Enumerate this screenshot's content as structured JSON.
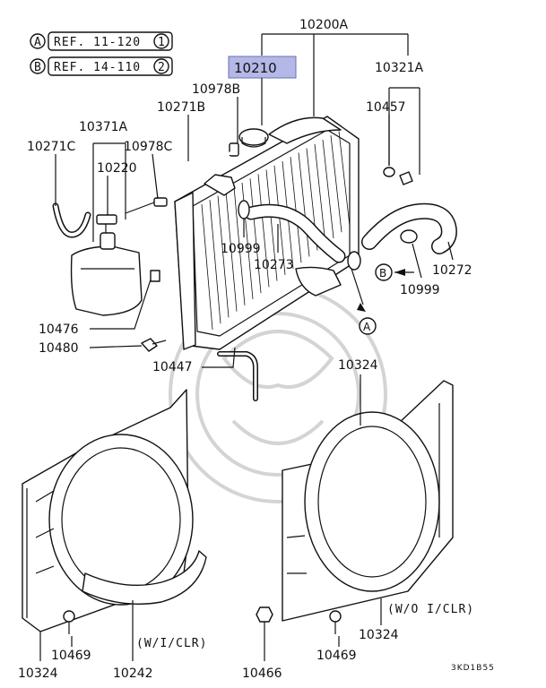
{
  "references": [
    {
      "letter": "A",
      "text": "REF. 11-120",
      "num": "1"
    },
    {
      "letter": "B",
      "text": "REF. 14-110",
      "num": "2"
    }
  ],
  "labels": {
    "p10200A": "10200A",
    "p10210": "10210",
    "p10321A": "10321A",
    "p10978B": "10978B",
    "p10271B": "10271B",
    "p10457": "10457",
    "p10371A": "10371A",
    "p10271C": "10271C",
    "p10978C": "10978C",
    "p10220": "10220",
    "p10999a": "10999",
    "p10273": "10273",
    "p10272": "10272",
    "p10999b": "10999",
    "p10476": "10476",
    "p10480": "10480",
    "p10447": "10447",
    "p10324top": "10324",
    "p10469a": "10469",
    "p10324a": "10324",
    "p10242": "10242",
    "p10466": "10466",
    "p10469b": "10469",
    "p10324b": "10324"
  },
  "markers": {
    "a": "A",
    "b": "B"
  },
  "notes": {
    "with_clr": "(W/I/CLR)",
    "without_clr": "(W/O I/CLR)"
  },
  "diagram_code": "3KD1B55",
  "highlight_color": "#b4b8e6"
}
